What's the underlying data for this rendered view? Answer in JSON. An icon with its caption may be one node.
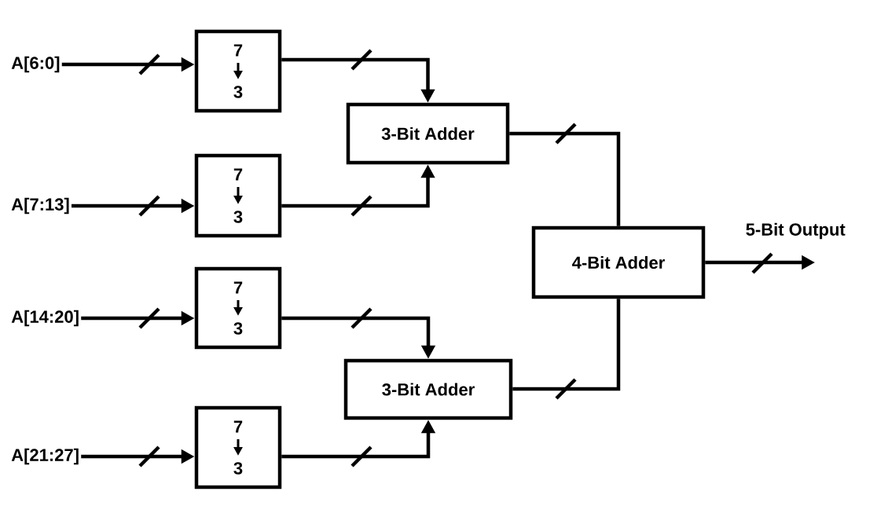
{
  "diagram": {
    "nodes": [
      {
        "text": [
          "A[6:0]"
        ]
      },
      {
        "text": [
          "7",
          "3"
        ]
      },
      {
        "text": [
          "A[7:13]"
        ]
      },
      {
        "text": [
          "7",
          "3"
        ]
      },
      {
        "text": [
          "A[14:20]"
        ]
      },
      {
        "text": [
          "7",
          "3"
        ]
      },
      {
        "text": [
          "A[21:27]"
        ]
      },
      {
        "text": [
          "7",
          "3"
        ]
      },
      {
        "text": [
          "3-Bit Adder"
        ]
      },
      {
        "text": [
          "3-Bit Adder"
        ]
      },
      {
        "text": [
          "4-Bit Adder"
        ]
      }
    ],
    "edges": [
      {
        "from": 0,
        "to": 1,
        "arrow": "to"
      },
      {
        "from": 2,
        "to": 3,
        "arrow": "to"
      },
      {
        "from": 4,
        "to": 5,
        "arrow": "to"
      },
      {
        "from": 6,
        "to": 7,
        "arrow": "to"
      },
      {
        "from": 1,
        "to": 8,
        "arrow": "to"
      },
      {
        "from": 3,
        "to": 8,
        "arrow": "to"
      },
      {
        "from": 5,
        "to": 9,
        "arrow": "to"
      },
      {
        "from": 7,
        "to": 9,
        "arrow": "to"
      },
      {
        "from": 8,
        "to": 10,
        "arrow": "none"
      },
      {
        "from": 9,
        "to": 10,
        "arrow": "none"
      },
      {
        "from": 10,
        "to": null,
        "arrow": "to",
        "label": "5-Bit Output"
      }
    ]
  }
}
